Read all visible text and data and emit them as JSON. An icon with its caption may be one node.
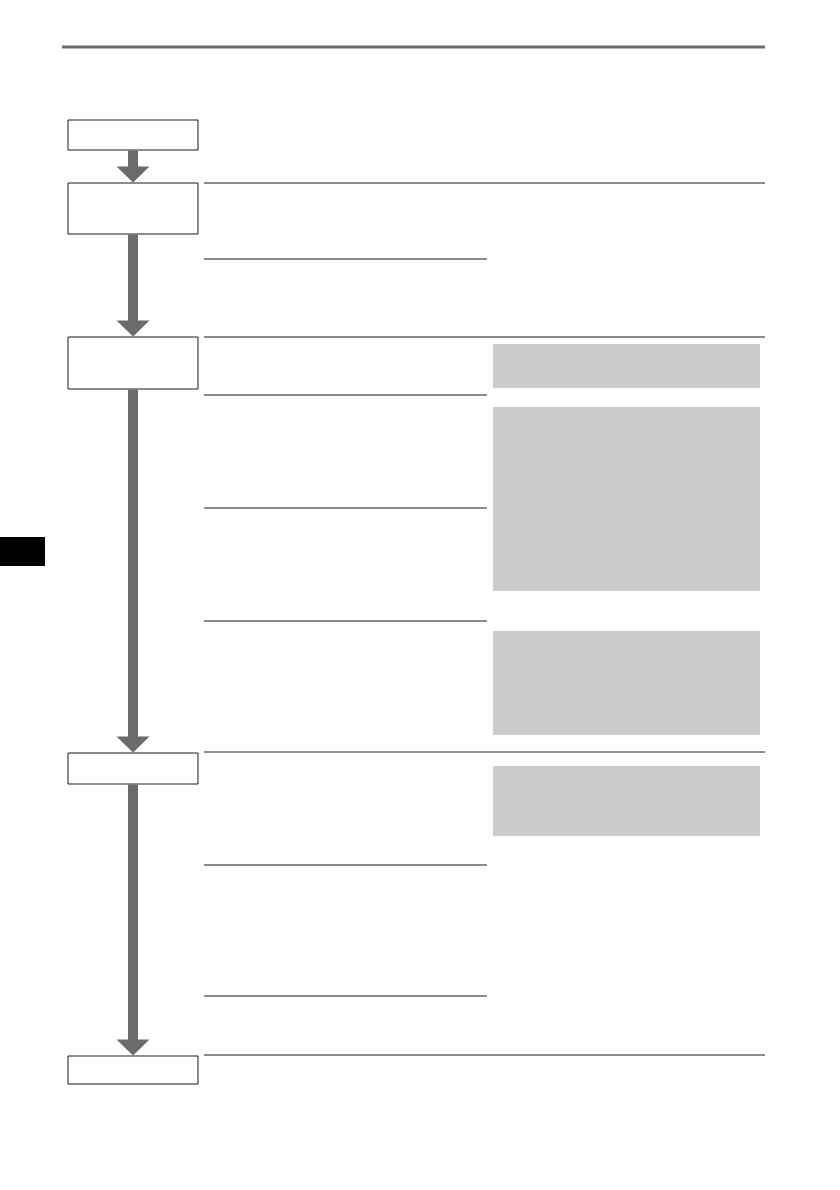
{
  "diagram": {
    "nodes": [
      {
        "text": [],
        "shape": "box"
      },
      {
        "text": [],
        "shape": "box"
      },
      {
        "text": [],
        "shape": "box"
      },
      {
        "text": [],
        "shape": "box"
      },
      {
        "text": [],
        "shape": "box"
      }
    ],
    "edges": [
      {
        "from": 0,
        "to": 1,
        "arrow": "to"
      },
      {
        "from": 1,
        "to": 2,
        "arrow": "to"
      },
      {
        "from": 2,
        "to": 3,
        "arrow": "to"
      },
      {
        "from": 3,
        "to": 4,
        "arrow": "to"
      }
    ]
  }
}
